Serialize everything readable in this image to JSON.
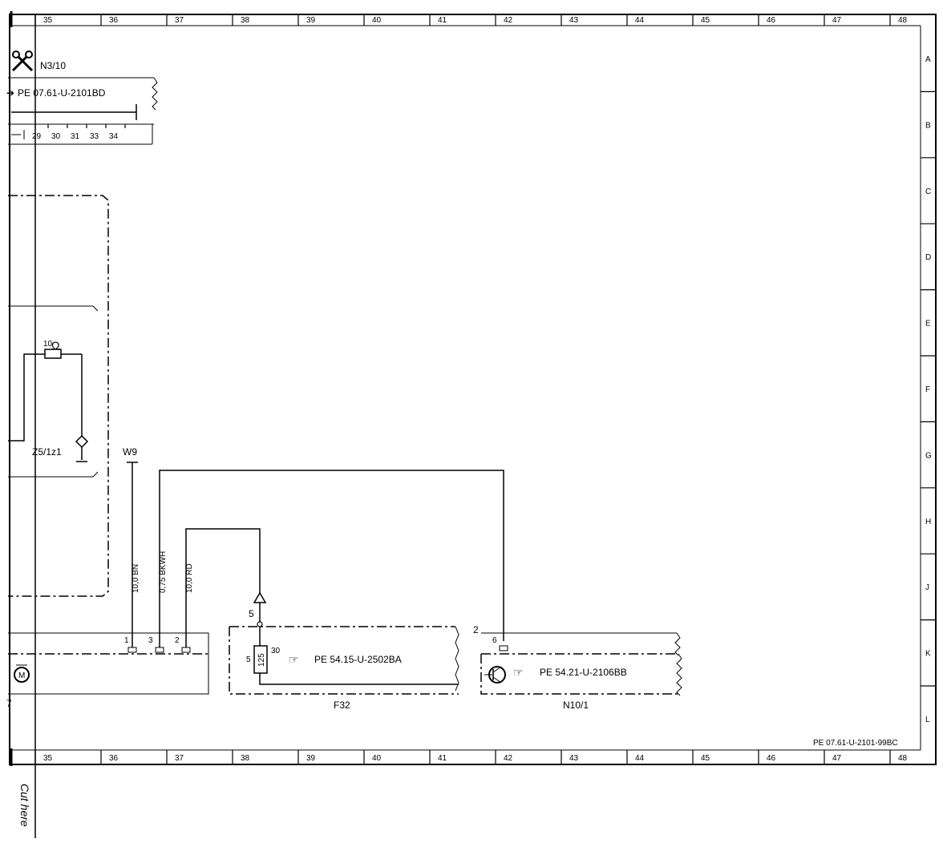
{
  "border": {
    "columns": [
      "35",
      "36",
      "37",
      "38",
      "39",
      "40",
      "41",
      "42",
      "43",
      "44",
      "45",
      "46",
      "47",
      "48"
    ],
    "rows": [
      "A",
      "B",
      "C",
      "D",
      "E",
      "F",
      "G",
      "H",
      "J",
      "K",
      "L"
    ]
  },
  "cut_line": {
    "label": "Cut here"
  },
  "components": {
    "n3_10": {
      "label": "N3/10",
      "ref": "PE 07.61-U-2101BD",
      "pins": [
        "29",
        "30",
        "31",
        "33",
        "34"
      ]
    },
    "z5_1z1": {
      "label": "Z5/1z1",
      "resistor_value": "10"
    },
    "w9": {
      "label": "W9"
    },
    "wires": [
      {
        "pin": "1",
        "spec": "10,0 BN"
      },
      {
        "pin": "3",
        "spec": "0,75 BKWH"
      },
      {
        "pin": "2",
        "spec": "10,0 RD"
      }
    ],
    "left_block": {
      "edge_number": "7",
      "motor_symbol": "M"
    },
    "f32": {
      "label": "F32",
      "ref": "PE 54.15-U-2502BA",
      "terminal_top": "5",
      "terminal_left": "5",
      "terminal_right": "30",
      "fuse_rating": "125"
    },
    "n10_1": {
      "label": "N10/1",
      "ref": "PE 54.21-U-2106BB",
      "corner_number": "2",
      "pin": "6"
    }
  },
  "drawing_id": "PE 07.61-U-2101-99BC"
}
